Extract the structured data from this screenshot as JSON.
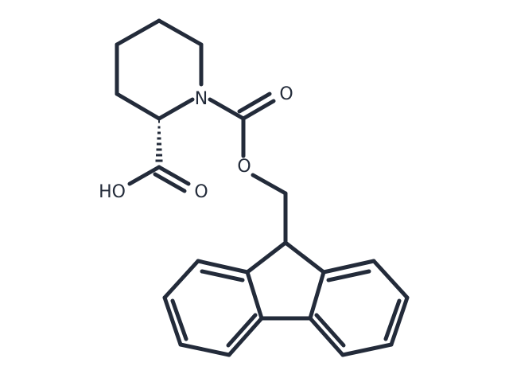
{
  "molecule": {
    "atoms": [
      {
        "id": "N1",
        "label": "N"
      },
      {
        "id": "O_carbonyl_carbamate",
        "label": "O"
      },
      {
        "id": "O_ester",
        "label": "O"
      },
      {
        "id": "O_hydroxyl",
        "label": "HO"
      },
      {
        "id": "O_carbonyl_acid",
        "label": "O"
      }
    ],
    "colors": {
      "bond": "#232b3a",
      "background": "#ffffff"
    }
  }
}
